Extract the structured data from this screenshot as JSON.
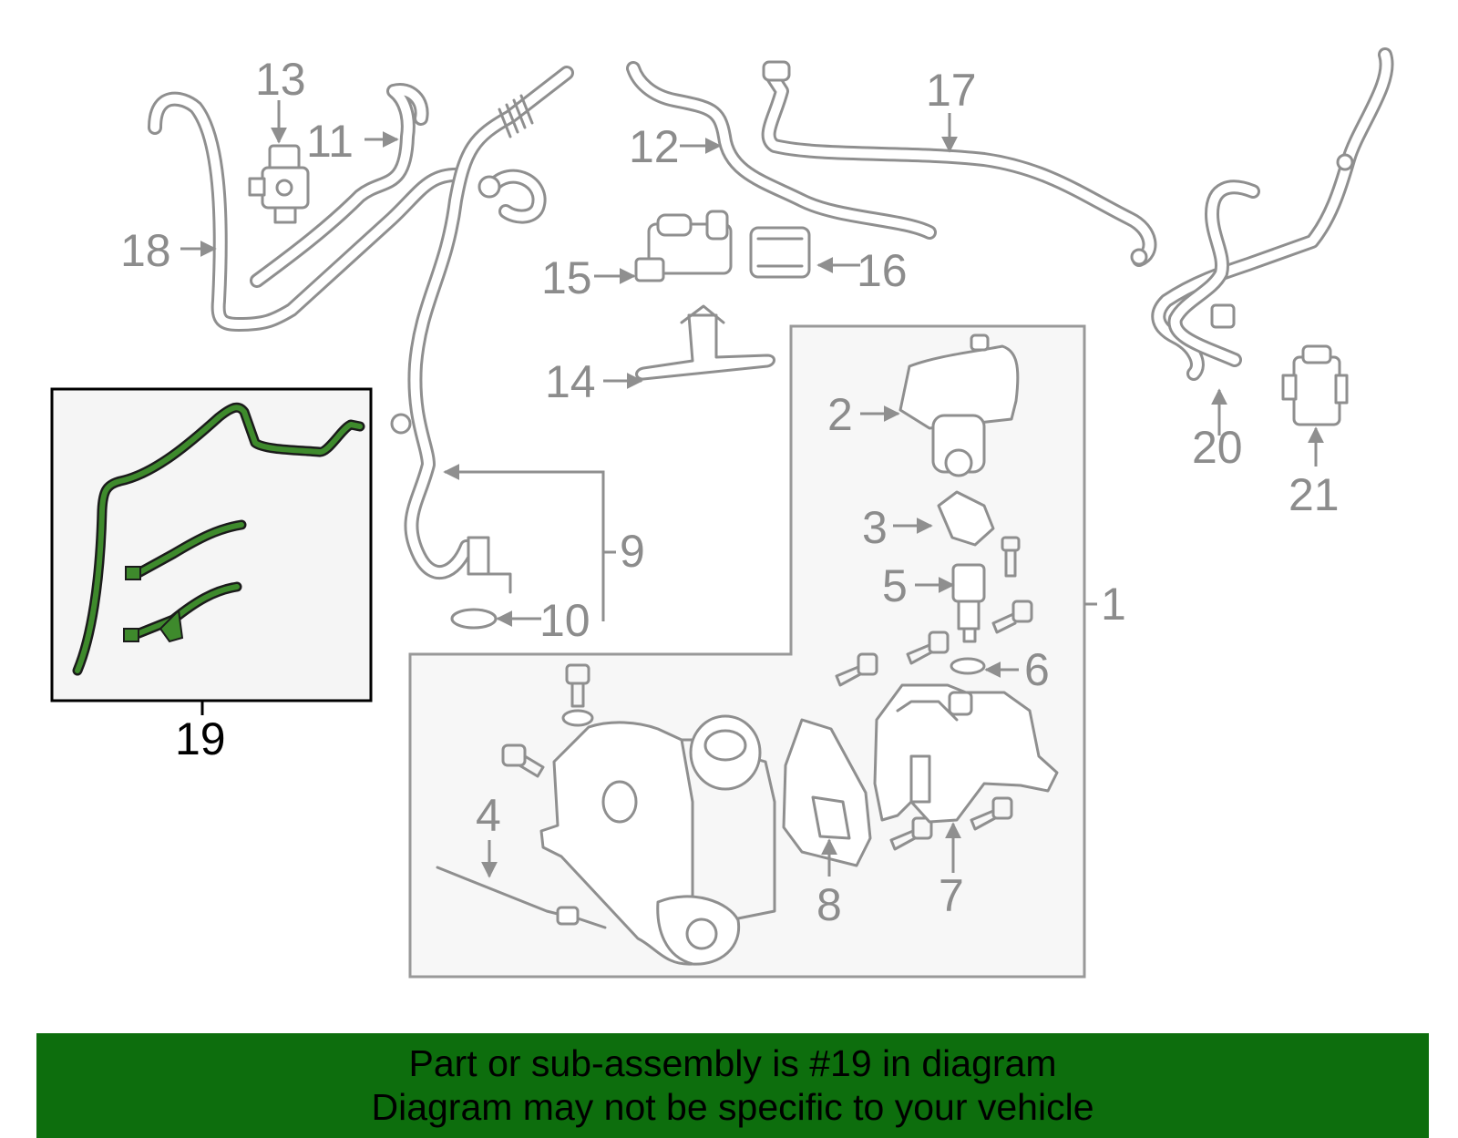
{
  "diagram": {
    "callouts": [
      "1",
      "2",
      "3",
      "4",
      "5",
      "6",
      "7",
      "8",
      "9",
      "10",
      "11",
      "12",
      "13",
      "14",
      "15",
      "16",
      "17",
      "18",
      "19",
      "20",
      "21"
    ],
    "highlighted_part": "19",
    "highlight_color": "#3e8a2c",
    "banner_color": "#0d6e0d",
    "line_color": "#8f8f8f"
  },
  "banner": {
    "line1": "Part or sub-assembly is #19 in diagram",
    "line2": "Diagram may not be specific to your vehicle"
  }
}
